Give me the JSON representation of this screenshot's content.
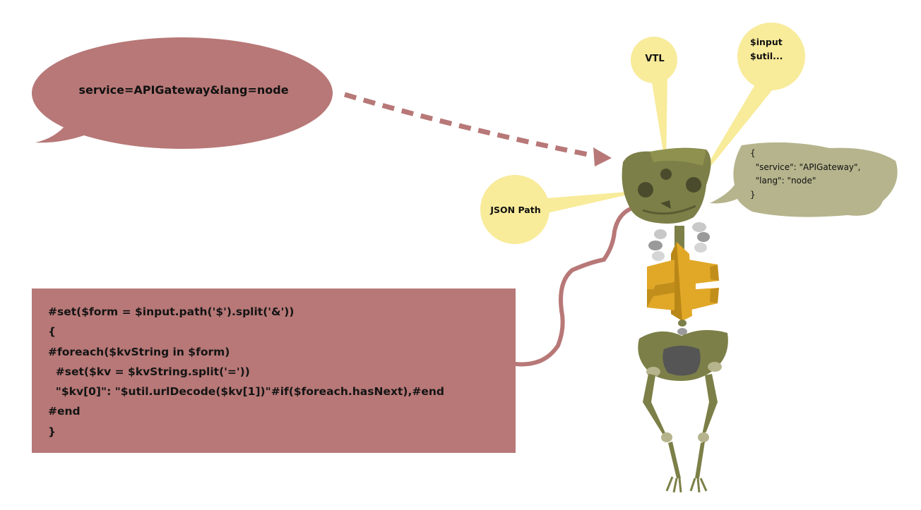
{
  "input_bubble": {
    "text": "service=APIGateway&lang=node",
    "color": "#b77877"
  },
  "code_box": {
    "code": "#set($form = $input.path('$').split('&'))\n{\n#foreach($kvString in $form)\n  #set($kv = $kvString.split('='))\n  \"$kv[0]\": \"$util.urlDecode($kv[1])\"#if($foreach.hasNext),#end\n#end\n}",
    "color": "#b77877"
  },
  "output_bubble": {
    "text": "{\n  \"service\": \"APIGateway\",\n  \"lang\": \"node\"\n}",
    "color": "#b5b48c"
  },
  "labels": {
    "vtl": "VTL",
    "json_path": "JSON Path",
    "input_util": "$input\n$util..."
  },
  "colors": {
    "beam_yellow": "#f8eb9a",
    "skeleton_olive": "#7c7f47",
    "ribs_gold": "#e1a828",
    "arrow": "#b77877"
  }
}
